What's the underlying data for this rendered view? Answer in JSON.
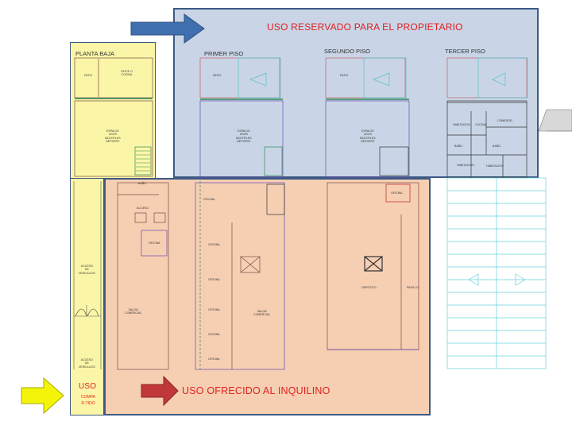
{
  "zones": {
    "owner_title": "USO RESERVADO PARA EL PROPIETARIO",
    "tenant_title": "USO OFRECIDO AL INQUILINO",
    "shared_title": "USO",
    "shared_sub": "COMPA\nR-TIDO"
  },
  "floors": {
    "ground": "PLANTA BAJA",
    "first": "PRIMER PISO",
    "second": "SEGUNDO PISO",
    "third": "TERCER PISO"
  },
  "rooms": {
    "patio": "PATIO",
    "office_kitchen": "OFICE O\nCOCINA",
    "multi_space": "ESPACIO\nUSOS\nMÚLTIPLES\nDEPORTE",
    "habitacion": "HABITACION",
    "cocina": "COCINA",
    "comedor": "COMEDOR",
    "bano": "BAÑO",
    "acceso_vehiculos": "ACCESO\nDE\nVEHICULOS",
    "salon_comercial": "SALON\nCOMERCIAL",
    "oficina": "OFICINA",
    "deposito": "DEPOSITO",
    "pasillo": "PASILLO",
    "acceso": "ACCESO"
  },
  "colors": {
    "owner_fill": "#c9d5e6",
    "tenant_fill": "#f6cfb3",
    "shared_fill": "#fbf6a7",
    "title_red": "#e02020",
    "arrow_blue": "#3f6fae",
    "arrow_red": "#c0383a",
    "arrow_yellow": "#f4f40a"
  }
}
